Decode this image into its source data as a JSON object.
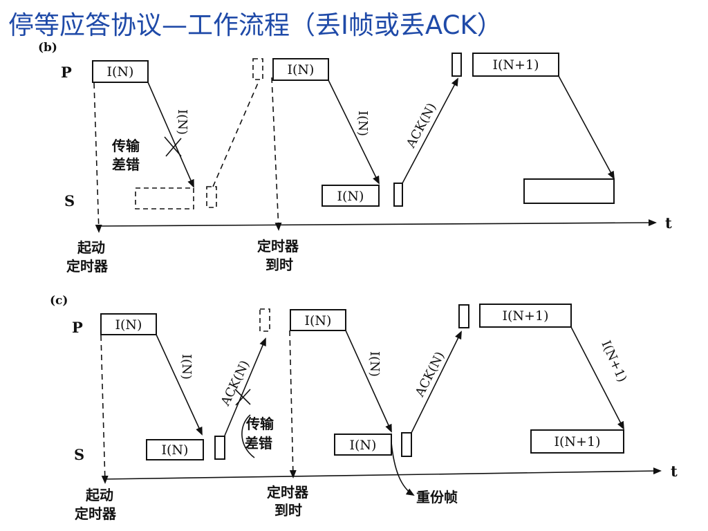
{
  "slide": {
    "title": "停等应答协议—工作流程（丢I帧或丢ACK）"
  },
  "panel_b": {
    "label": "(b)",
    "row_p": "P",
    "row_s": "S",
    "time_axis": "t",
    "send_frame_1": "I(N)",
    "arrow_1": "I(N)",
    "error_note_line1": "传输",
    "error_note_line2": "差错",
    "resend_frame": "I(N)",
    "arrow_2": "I(N)",
    "recv_frame": "I(N)",
    "ack_arrow": "ACK(N)",
    "next_frame": "I(N+1)",
    "start_timer_line1": "起动",
    "start_timer_line2": "定时器",
    "timeout_line1": "定时器",
    "timeout_line2": "到时"
  },
  "panel_c": {
    "label": "(c)",
    "row_p": "P",
    "row_s": "S",
    "time_axis": "t",
    "send_frame_1": "I(N)",
    "arrow_1": "I(N)",
    "recv_frame_1": "I(N)",
    "ack_arrow_lost": "ACK(N)",
    "error_note_line1": "传输",
    "error_note_line2": "差错",
    "resend_frame": "I(N)",
    "arrow_2": "I(N)",
    "recv_frame_dup": "I(N)",
    "ack_arrow": "ACK(N)",
    "next_frame": "I(N+1)",
    "arrow_3": "I(N+1)",
    "recv_frame_next": "I(N+1)",
    "start_timer_line1": "起动",
    "start_timer_line2": "定时器",
    "timeout_line1": "定时器",
    "timeout_line2": "到时",
    "duplicate_note": "重份帧"
  }
}
